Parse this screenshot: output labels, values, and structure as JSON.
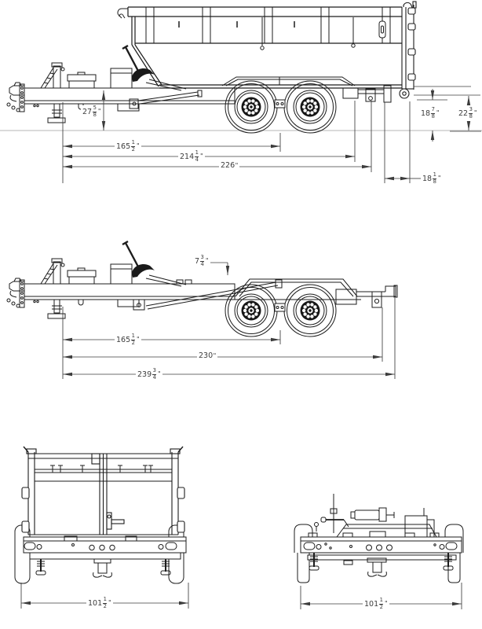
{
  "colors": {
    "line": "#1c1c1c",
    "dim": "#3c3c3c",
    "ground": "#c4c4c4",
    "background": "#ffffff"
  },
  "dims": {
    "side_box": {
      "frame_height": {
        "whole": "27",
        "num": "5",
        "den": "8",
        "unit": "\""
      },
      "hitch_to_axle": {
        "whole": "165",
        "num": "1",
        "den": "2",
        "unit": "\""
      },
      "frame_length": {
        "whole": "214",
        "num": "1",
        "den": "4",
        "unit": "\""
      },
      "overall_length": {
        "whole": "226",
        "unit": "\""
      },
      "deck_height": {
        "whole": "18",
        "num": "7",
        "den": "8",
        "unit": "\""
      },
      "rear_height": {
        "whole": "22",
        "num": "3",
        "den": "8",
        "unit": "\""
      },
      "rear_overhang": {
        "whole": "18",
        "num": "1",
        "den": "8",
        "unit": "\""
      }
    },
    "side_chassis": {
      "fender_height": {
        "whole": "7",
        "num": "3",
        "den": "4",
        "unit": "\""
      },
      "hitch_to_axle": {
        "whole": "165",
        "num": "1",
        "den": "2",
        "unit": "\""
      },
      "frame_length": {
        "whole": "230",
        "unit": "\""
      },
      "overall_length": {
        "whole": "239",
        "num": "3",
        "den": "4",
        "unit": "\""
      }
    },
    "rear_view": {
      "overall_width": {
        "whole": "101",
        "num": "1",
        "den": "2",
        "unit": "\""
      }
    },
    "front_view": {
      "overall_width": {
        "whole": "101",
        "num": "1",
        "den": "2",
        "unit": "\""
      }
    }
  }
}
